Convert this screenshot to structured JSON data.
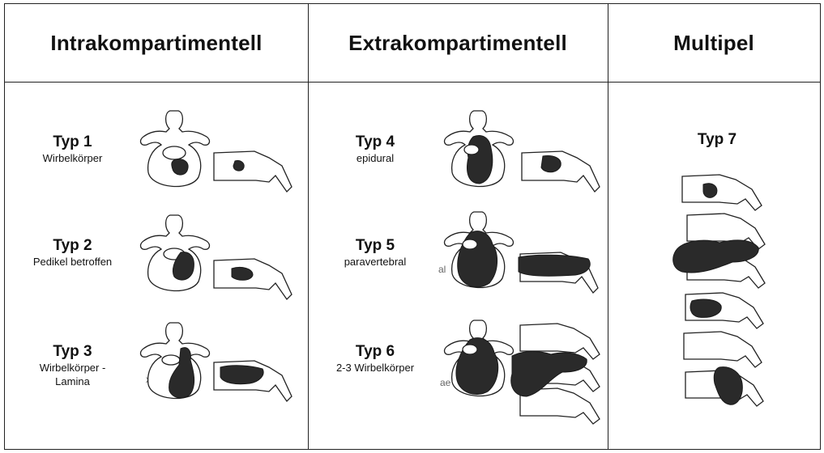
{
  "columns": [
    {
      "header": "Intrakompartimentell"
    },
    {
      "header": "Extrakompartimentell"
    },
    {
      "header": "Multipel"
    }
  ],
  "types": [
    {
      "title": "Typ 1",
      "sub": "Wirbelkörper"
    },
    {
      "title": "Typ 2",
      "sub": "Pedikel betroffen"
    },
    {
      "title": "Typ 3",
      "sub": "Wirbelkörper -",
      "sub2": "Lamina"
    },
    {
      "title": "Typ 4",
      "sub": "epidural"
    },
    {
      "title": "Typ 5",
      "sub": "paravertebral"
    },
    {
      "title": "Typ 6",
      "sub": "2-3 Wirbelkörper"
    },
    {
      "title": "Typ 7"
    }
  ],
  "fragments": {
    "al": "al",
    "xt": "xt.",
    "ae": "ae"
  }
}
